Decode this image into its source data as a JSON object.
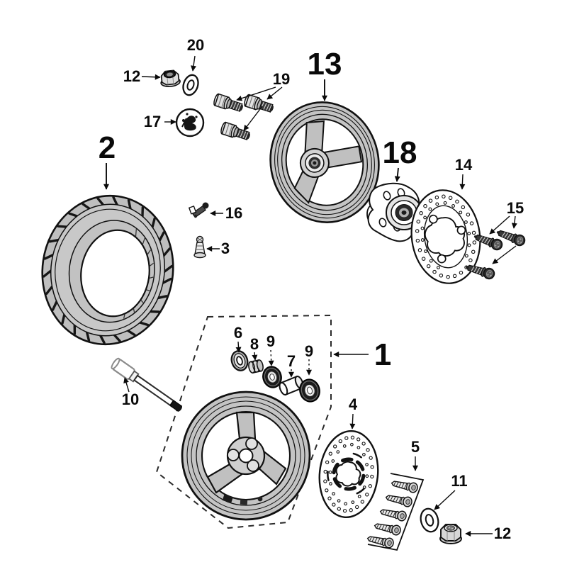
{
  "figure": {
    "background": "#ffffff",
    "ink": "#111111",
    "part_fill_gray": "#c6c6c6",
    "callouts": {
      "c1": "1",
      "c2": "2",
      "c3": "3",
      "c4": "4",
      "c5": "5",
      "c6": "6",
      "c7": "7",
      "c8": "8",
      "c9_left": "9",
      "c9_right": "9",
      "c10": "10",
      "c11": "11",
      "c12_top": "12",
      "c12_bottom": "12",
      "c13": "13",
      "c14": "14",
      "c15": "15",
      "c16": "16",
      "c17": "17",
      "c18": "18",
      "c19": "19",
      "c20": "20"
    }
  }
}
